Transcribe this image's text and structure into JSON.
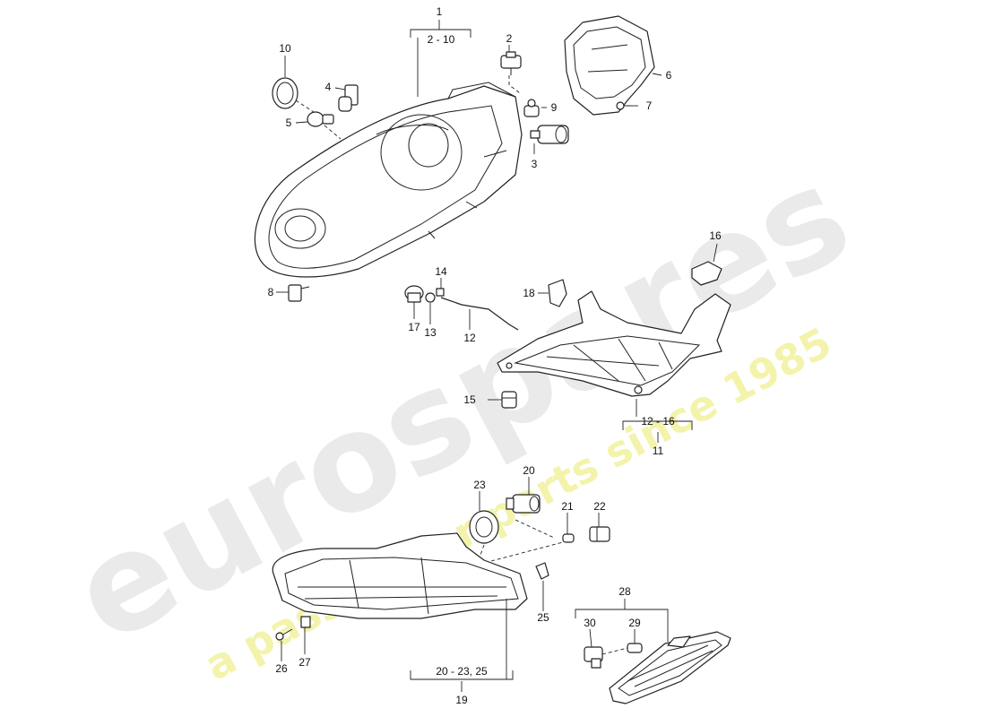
{
  "watermark": {
    "brand": "eurospares",
    "tagline": "a passion for parts since 1985",
    "brand_color": "#d8d8d8",
    "tagline_color": "#eeee88"
  },
  "callouts": {
    "c1": "1",
    "c1_range": "2 - 10",
    "c2": "2",
    "c3": "3",
    "c4": "4",
    "c5": "5",
    "c6": "6",
    "c7": "7",
    "c8": "8",
    "c9": "9",
    "c10": "10",
    "c11": "11",
    "c11_range": "12 - 16",
    "c12": "12",
    "c13": "13",
    "c14": "14",
    "c15": "15",
    "c16": "16",
    "c17": "17",
    "c18": "18",
    "c19": "19",
    "c19_range": "20 - 23, 25",
    "c20": "20",
    "c21": "21",
    "c22": "22",
    "c23": "23",
    "c25": "25",
    "c26": "26",
    "c27": "27",
    "c28": "28",
    "c29": "29",
    "c30": "30"
  }
}
